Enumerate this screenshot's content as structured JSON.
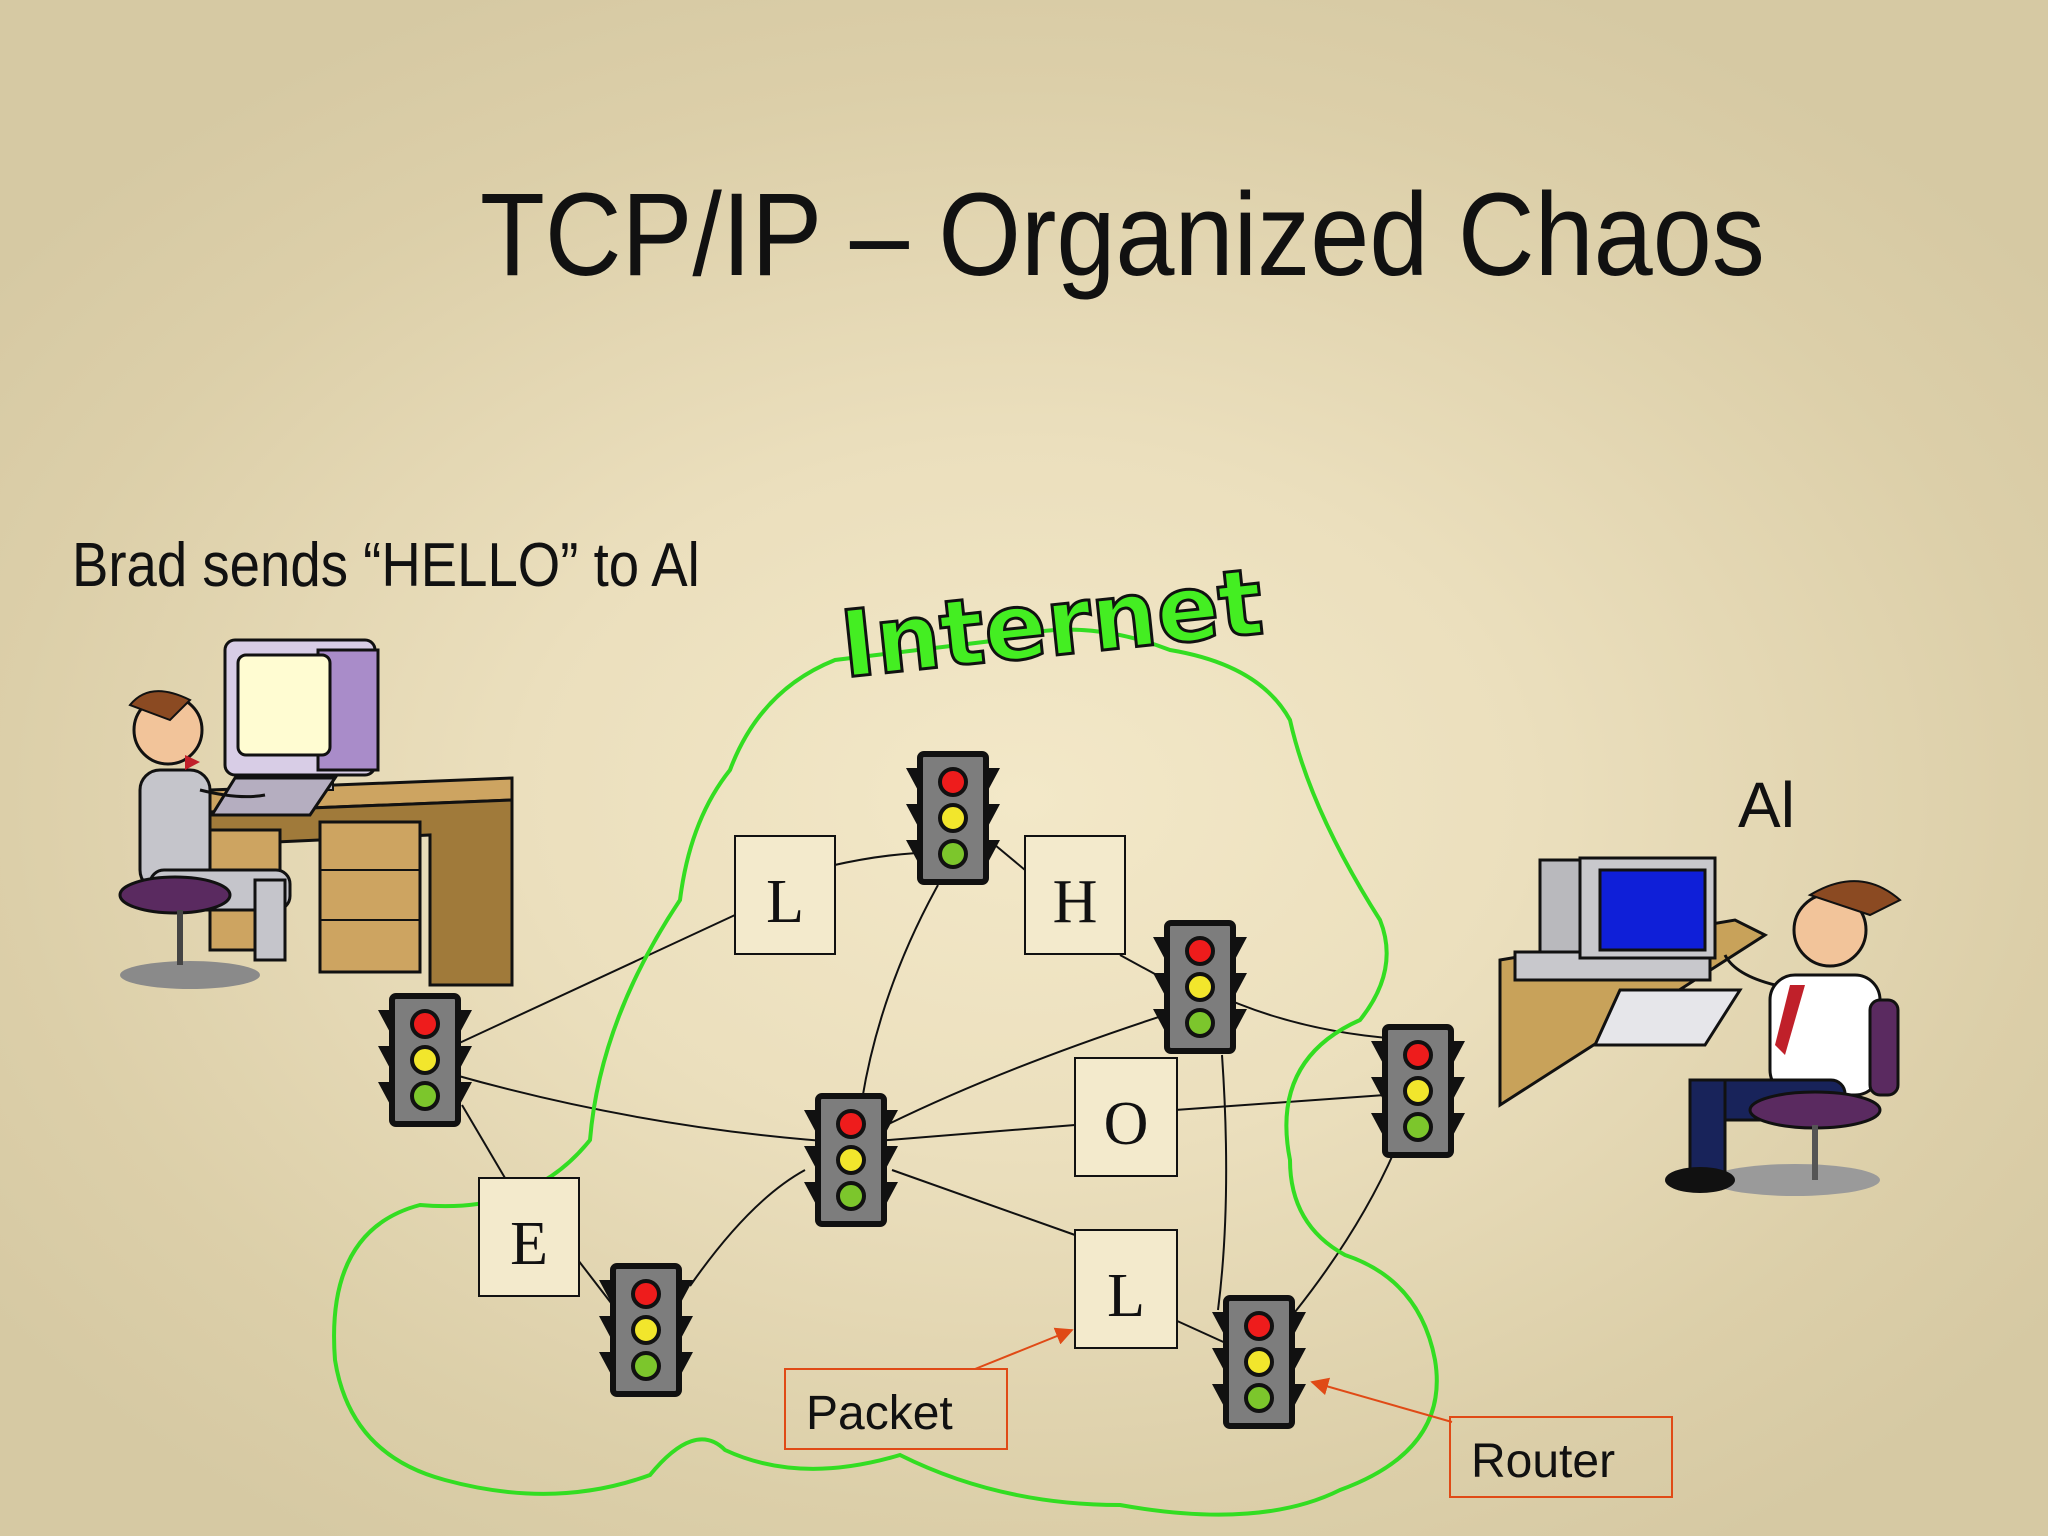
{
  "title": "TCP/IP – Organized Chaos",
  "caption": "Brad sends “HELLO” to Al",
  "receiver_name": "Al",
  "cloud_label": "Internet",
  "packets": [
    "L",
    "H",
    "E",
    "O",
    "L"
  ],
  "callouts": {
    "packet": "Packet",
    "router": "Router"
  },
  "colors": {
    "cloud": "#33dd22",
    "callout": "#e04a16",
    "background": "#e9dcb9"
  }
}
